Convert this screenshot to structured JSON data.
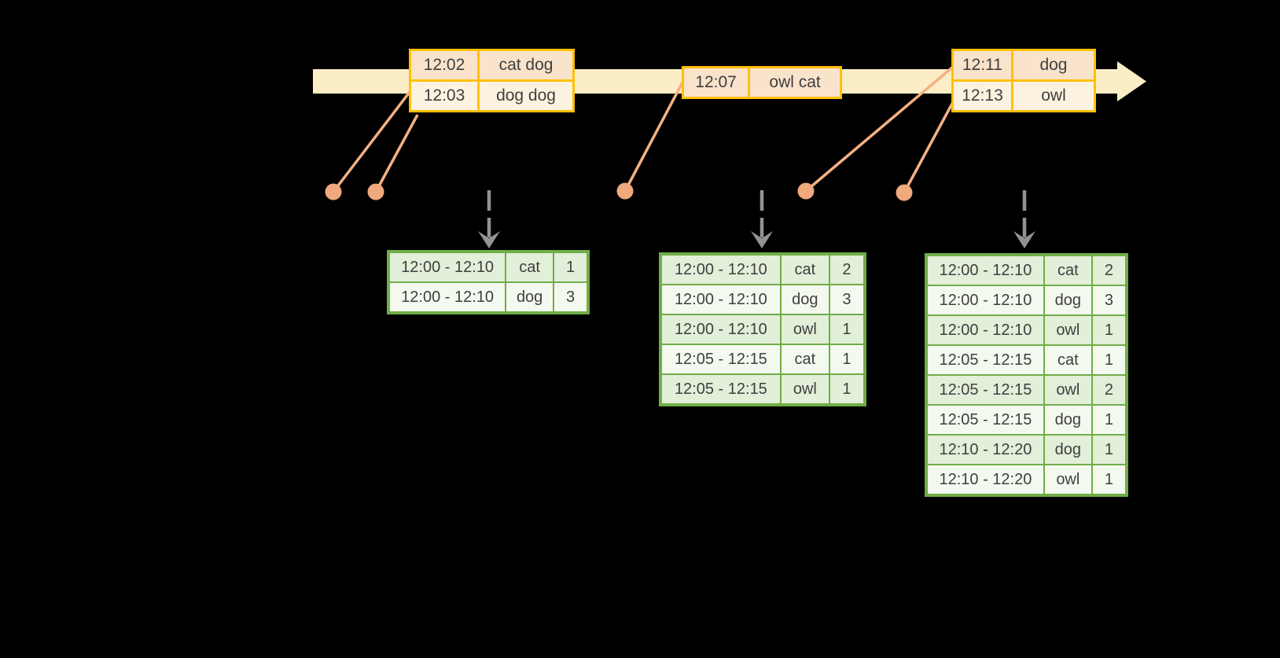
{
  "colors": {
    "background": "#000000",
    "band": "#FBEEC6",
    "gold": "#FFC000",
    "peach": "#FAE3CB",
    "cream": "#FCF2E0",
    "green": "#70AD47",
    "green-row-a": "#E2EFD9",
    "green-row-b": "#F4F9F0",
    "connector": "#F4B183",
    "dot": "#F0A97C",
    "gray-arrow": "#939393",
    "text": "#3F3F3F"
  },
  "timeline": {
    "event_boxes": [
      {
        "rows": [
          {
            "time": "12:02",
            "words": "cat dog"
          },
          {
            "time": "12:03",
            "words": "dog dog"
          }
        ]
      },
      {
        "rows": [
          {
            "time": "12:07",
            "words": "owl cat"
          }
        ]
      },
      {
        "rows": [
          {
            "time": "12:11",
            "words": "dog"
          },
          {
            "time": "12:13",
            "words": "owl"
          }
        ]
      }
    ]
  },
  "result_tables": [
    {
      "rows": [
        {
          "window": "12:00 - 12:10",
          "word": "cat",
          "count": "1"
        },
        {
          "window": "12:00 - 12:10",
          "word": "dog",
          "count": "3"
        }
      ]
    },
    {
      "rows": [
        {
          "window": "12:00 - 12:10",
          "word": "cat",
          "count": "2"
        },
        {
          "window": "12:00 - 12:10",
          "word": "dog",
          "count": "3"
        },
        {
          "window": "12:00 - 12:10",
          "word": "owl",
          "count": "1"
        },
        {
          "window": "12:05 - 12:15",
          "word": "cat",
          "count": "1"
        },
        {
          "window": "12:05 - 12:15",
          "word": "owl",
          "count": "1"
        }
      ]
    },
    {
      "rows": [
        {
          "window": "12:00 - 12:10",
          "word": "cat",
          "count": "2"
        },
        {
          "window": "12:00 - 12:10",
          "word": "dog",
          "count": "3"
        },
        {
          "window": "12:00 - 12:10",
          "word": "owl",
          "count": "1"
        },
        {
          "window": "12:05 - 12:15",
          "word": "cat",
          "count": "1"
        },
        {
          "window": "12:05 - 12:15",
          "word": "owl",
          "count": "2"
        },
        {
          "window": "12:05 - 12:15",
          "word": "dog",
          "count": "1"
        },
        {
          "window": "12:10 - 12:20",
          "word": "dog",
          "count": "1"
        },
        {
          "window": "12:10 - 12:20",
          "word": "owl",
          "count": "1"
        }
      ]
    }
  ]
}
